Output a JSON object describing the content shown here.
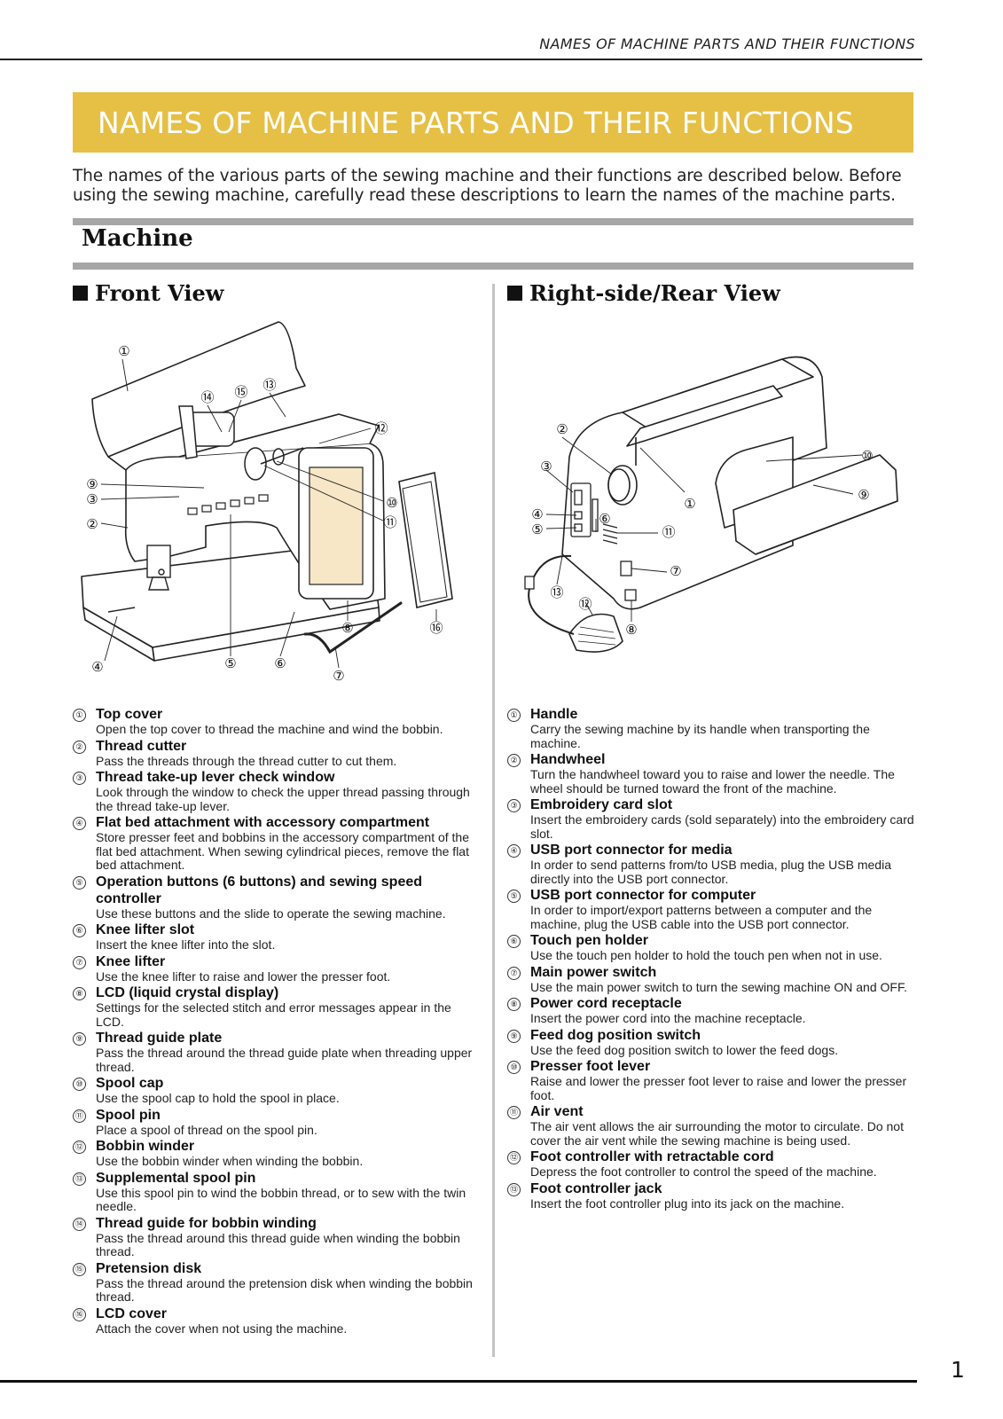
{
  "running_head": "NAMES OF MACHINE PARTS AND THEIR FUNCTIONS",
  "banner_title": "NAMES OF MACHINE PARTS AND THEIR FUNCTIONS",
  "intro": "The names of the various parts of the sewing machine and their functions are described below. Before using the sewing machine, carefully read these descriptions to learn the names of the machine parts.",
  "section_title": "Machine",
  "front_view": {
    "title": "Front View",
    "callouts": [
      "①",
      "②",
      "③",
      "④",
      "⑤",
      "⑥",
      "⑦",
      "⑧",
      "⑨",
      "⑩",
      "⑪",
      "⑫",
      "⑬",
      "⑭",
      "⑮",
      "⑯"
    ],
    "parts": [
      {
        "num": "①",
        "name": "Top cover",
        "desc": "Open the top cover to thread the machine and wind the bobbin."
      },
      {
        "num": "②",
        "name": "Thread cutter",
        "desc": "Pass the threads through the thread cutter to cut them."
      },
      {
        "num": "③",
        "name": "Thread take-up lever check window",
        "desc": "Look through the window to check the upper thread passing through the thread take-up lever."
      },
      {
        "num": "④",
        "name": "Flat bed attachment with accessory compartment",
        "desc": "Store presser feet and bobbins in the accessory compartment of the flat bed attachment. When sewing cylindrical pieces, remove the flat bed attachment."
      },
      {
        "num": "⑤",
        "name": "Operation buttons (6 buttons) and sewing speed controller",
        "desc": "Use these buttons and the slide to operate the sewing machine."
      },
      {
        "num": "⑥",
        "name": "Knee lifter slot",
        "desc": "Insert the knee lifter into the slot."
      },
      {
        "num": "⑦",
        "name": "Knee lifter",
        "desc": "Use the knee lifter to raise and lower the presser foot."
      },
      {
        "num": "⑧",
        "name": "LCD (liquid crystal display)",
        "desc": "Settings for the selected stitch and error messages appear in the LCD."
      },
      {
        "num": "⑨",
        "name": "Thread guide plate",
        "desc": "Pass the thread around the thread guide plate when threading upper thread."
      },
      {
        "num": "⑩",
        "name": "Spool cap",
        "desc": "Use the spool cap to hold the spool in place."
      },
      {
        "num": "⑪",
        "name": "Spool pin",
        "desc": "Place a spool of thread on the spool pin."
      },
      {
        "num": "⑫",
        "name": "Bobbin winder",
        "desc": "Use the bobbin winder when winding the bobbin."
      },
      {
        "num": "⑬",
        "name": "Supplemental spool pin",
        "desc": "Use this spool pin to wind the bobbin thread, or to sew with the twin needle."
      },
      {
        "num": "⑭",
        "name": "Thread guide for bobbin winding",
        "desc": "Pass the thread around this thread guide when winding the bobbin thread."
      },
      {
        "num": "⑮",
        "name": "Pretension disk",
        "desc": "Pass the thread around the pretension disk when winding the bobbin thread."
      },
      {
        "num": "⑯",
        "name": "LCD cover",
        "desc": "Attach the cover when not using the machine."
      }
    ]
  },
  "rear_view": {
    "title": "Right-side/Rear View",
    "callouts": [
      "①",
      "②",
      "③",
      "④",
      "⑤",
      "⑥",
      "⑦",
      "⑧",
      "⑨",
      "⑩",
      "⑪",
      "⑫",
      "⑬"
    ],
    "parts": [
      {
        "num": "①",
        "name": "Handle",
        "desc": "Carry the sewing machine by its handle when transporting the machine."
      },
      {
        "num": "②",
        "name": "Handwheel",
        "desc": "Turn the handwheel toward you to raise and lower the needle. The wheel should be turned toward the front of the machine."
      },
      {
        "num": "③",
        "name": "Embroidery card slot",
        "desc": "Insert the embroidery cards (sold separately) into the embroidery card slot."
      },
      {
        "num": "④",
        "name": "USB port connector for media",
        "desc": "In order to send patterns from/to USB media, plug the USB media directly into the USB port connector."
      },
      {
        "num": "⑤",
        "name": "USB port connector for computer",
        "desc": "In order to import/export patterns between a computer and the machine, plug the USB cable into the USB port connector."
      },
      {
        "num": "⑥",
        "name": "Touch pen holder",
        "desc": "Use the touch pen holder to hold the touch pen when not in use."
      },
      {
        "num": "⑦",
        "name": "Main power switch",
        "desc": "Use the main power switch to turn the sewing machine ON and OFF."
      },
      {
        "num": "⑧",
        "name": "Power cord receptacle",
        "desc": "Insert the power cord into the machine receptacle."
      },
      {
        "num": "⑨",
        "name": "Feed dog position switch",
        "desc": "Use the feed dog position switch to lower the feed dogs."
      },
      {
        "num": "⑩",
        "name": "Presser foot lever",
        "desc": "Raise and lower the presser foot lever to raise and lower the presser foot."
      },
      {
        "num": "⑪",
        "name": "Air vent",
        "desc": "The air vent allows the air surrounding the motor to circulate. Do not cover the air vent while the sewing machine is being used."
      },
      {
        "num": "⑫",
        "name": "Foot controller with retractable cord",
        "desc": "Depress the foot controller to control the speed of the machine."
      },
      {
        "num": "⑬",
        "name": "Foot controller jack",
        "desc": "Insert the foot controller plug into its jack on the machine."
      }
    ]
  },
  "page_number": "1"
}
